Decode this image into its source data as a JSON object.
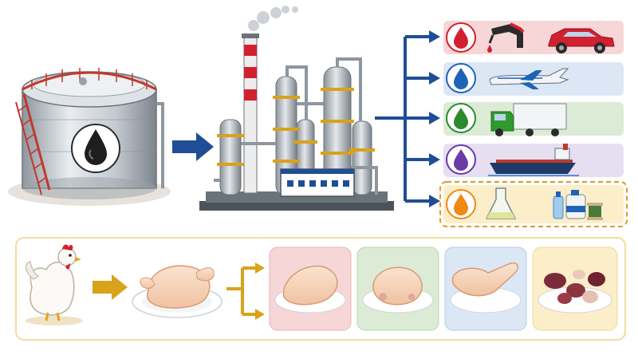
{
  "colors": {
    "arrow_blue": "#1f4e96",
    "arrow_gold": "#d9a21b",
    "drop_red": "#d3202f",
    "drop_blue": "#1f63b8",
    "drop_green": "#2c8a2f",
    "drop_purple": "#6a3aa8",
    "drop_orange": "#f08a12",
    "panel_red": "#f7d6d8",
    "panel_blue": "#dce7f6",
    "panel_green": "#dcebd5",
    "panel_purple": "#e6dff2",
    "panel_yellow": "#fbeec9",
    "chicken_frame": "#f3dc9c"
  },
  "top_flow": {
    "source": {
      "icon": "oil-storage-tank-icon"
    },
    "process": {
      "icon": "oil-refinery-icon"
    },
    "products": [
      {
        "icon": "gasoline-pump-icon",
        "secondary_icon": "car-icon",
        "drop_color": "red"
      },
      {
        "icon": "airplane-icon",
        "drop_color": "blue"
      },
      {
        "icon": "truck-icon",
        "drop_color": "green"
      },
      {
        "icon": "ship-icon",
        "drop_color": "purple"
      },
      {
        "icon": "chemicals-icon",
        "drop_color": "orange",
        "highlighted": true
      }
    ]
  },
  "bottom_flow": {
    "source": {
      "icon": "chicken-icon"
    },
    "process": {
      "icon": "whole-chicken-icon"
    },
    "products": [
      {
        "icon": "chicken-breast-icon",
        "panel": "red"
      },
      {
        "icon": "chicken-thigh-icon",
        "panel": "green"
      },
      {
        "icon": "chicken-wing-icon",
        "panel": "blue"
      },
      {
        "icon": "chicken-giblets-icon",
        "panel": "yellow"
      }
    ]
  }
}
